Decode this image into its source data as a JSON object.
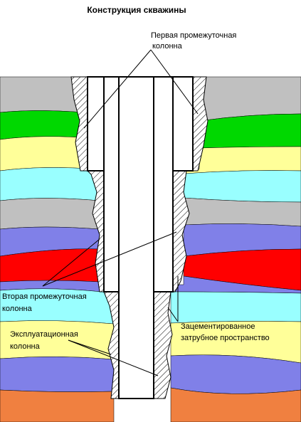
{
  "title": "Конструкция скважины",
  "labels": {
    "first_intermediate": [
      "Первая промежуточная",
      "колонна"
    ],
    "second_intermediate": [
      "Вторая промежуточная",
      "колонна"
    ],
    "production": [
      "Эксплуатационная",
      "колонна"
    ],
    "cemented_annulus": [
      "Зацементированное",
      "затрубное пространство"
    ]
  },
  "colors": {
    "gray": "#c0c0c0",
    "green": "#00d800",
    "yellow": "#ffff99",
    "cyan": "#99ffff",
    "blue": "#8080e8",
    "red": "#ff0000",
    "orange": "#f08040",
    "cement": "#ffffff",
    "casing": "#ffffff",
    "outline": "#000000"
  }
}
